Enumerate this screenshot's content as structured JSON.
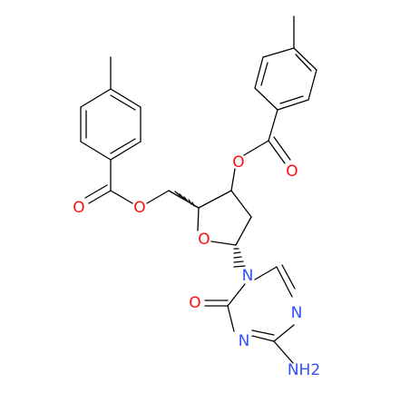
{
  "molecule": {
    "atoms": {
      "o_carbonyl_left": "O",
      "o_ester_left": "O",
      "o_ester_right": "O",
      "o_carbonyl_right": "O",
      "o_ring": "O",
      "n_pos1": "N",
      "o_triazine": "O",
      "n_pos3": "N",
      "n_pos5": "N",
      "nh2": "NH2"
    },
    "colors": {
      "oxygen": "#ff0d0d",
      "nitrogen": "#3050f8",
      "bond": "#000000"
    }
  }
}
